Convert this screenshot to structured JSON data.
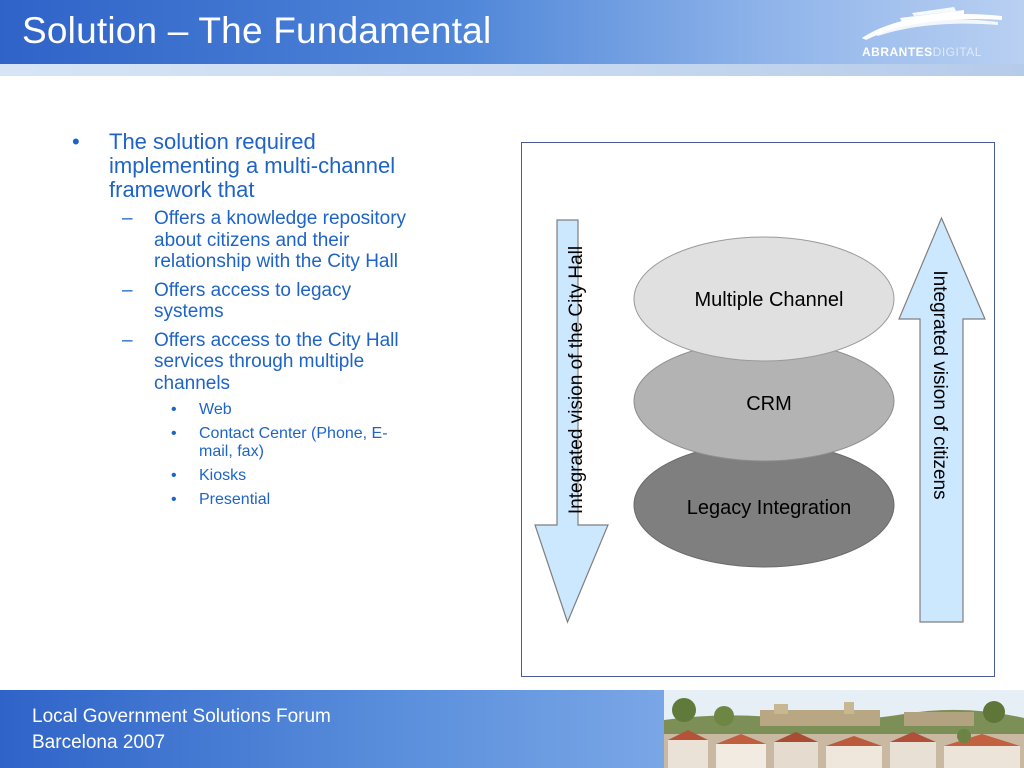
{
  "slide": {
    "title": "Solution – The Fundamental"
  },
  "logo": {
    "brand": "ABRANTES",
    "suffix": "DIGITAL"
  },
  "bullets": {
    "main": "The solution required implementing a multi-channel framework that",
    "sub": [
      "Offers a knowledge repository about citizens and their relationship with the City Hall",
      "Offers access to legacy systems",
      "Offers access to the City Hall services through multiple channels"
    ],
    "channels": [
      "Web",
      "Contact Center (Phone, E-mail, fax)",
      "Kiosks",
      "Presential"
    ]
  },
  "diagram": {
    "layers": [
      {
        "label": "Multiple Channel",
        "color": "#e0e0e0"
      },
      {
        "label": "CRM",
        "color": "#b3b3b3"
      },
      {
        "label": "Legacy Integration",
        "color": "#7f7f7f"
      }
    ],
    "left_arrow_label": "Integrated vision of the City Hall",
    "right_arrow_label": "Integrated vision of citizens",
    "arrow_fill": "#cce8ff"
  },
  "footer": {
    "line1": "Local Government Solutions Forum",
    "line2": "Barcelona 2007"
  },
  "colors": {
    "header_blue": "#2f63c8",
    "bullet_blue": "#1e64c8"
  }
}
